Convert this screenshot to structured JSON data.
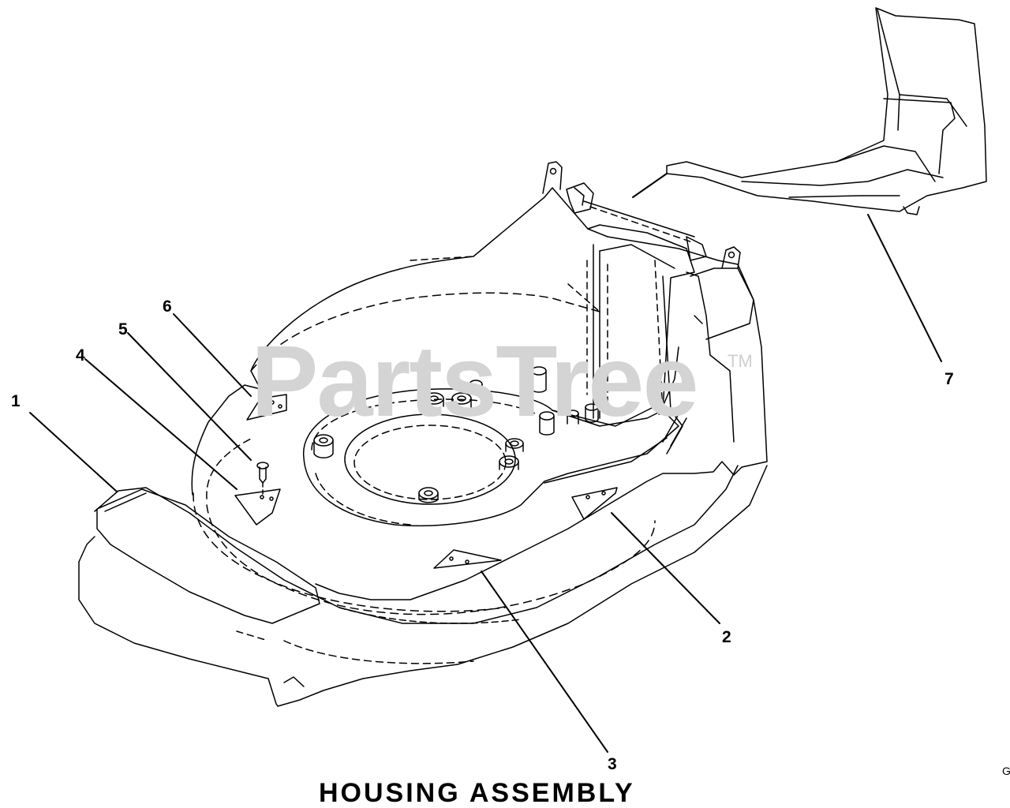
{
  "watermark": {
    "brand": "PartsTree",
    "trademark": "TM"
  },
  "callouts": {
    "c1": "1",
    "c2": "2",
    "c3": "3",
    "c4": "4",
    "c5": "5",
    "c6": "6",
    "c7": "7"
  },
  "title": "HOUSING ASSEMBLY",
  "corner_code": "G",
  "colors": {
    "line": "#000000",
    "paper": "#ffffff",
    "watermark": "#d4d4d4"
  }
}
